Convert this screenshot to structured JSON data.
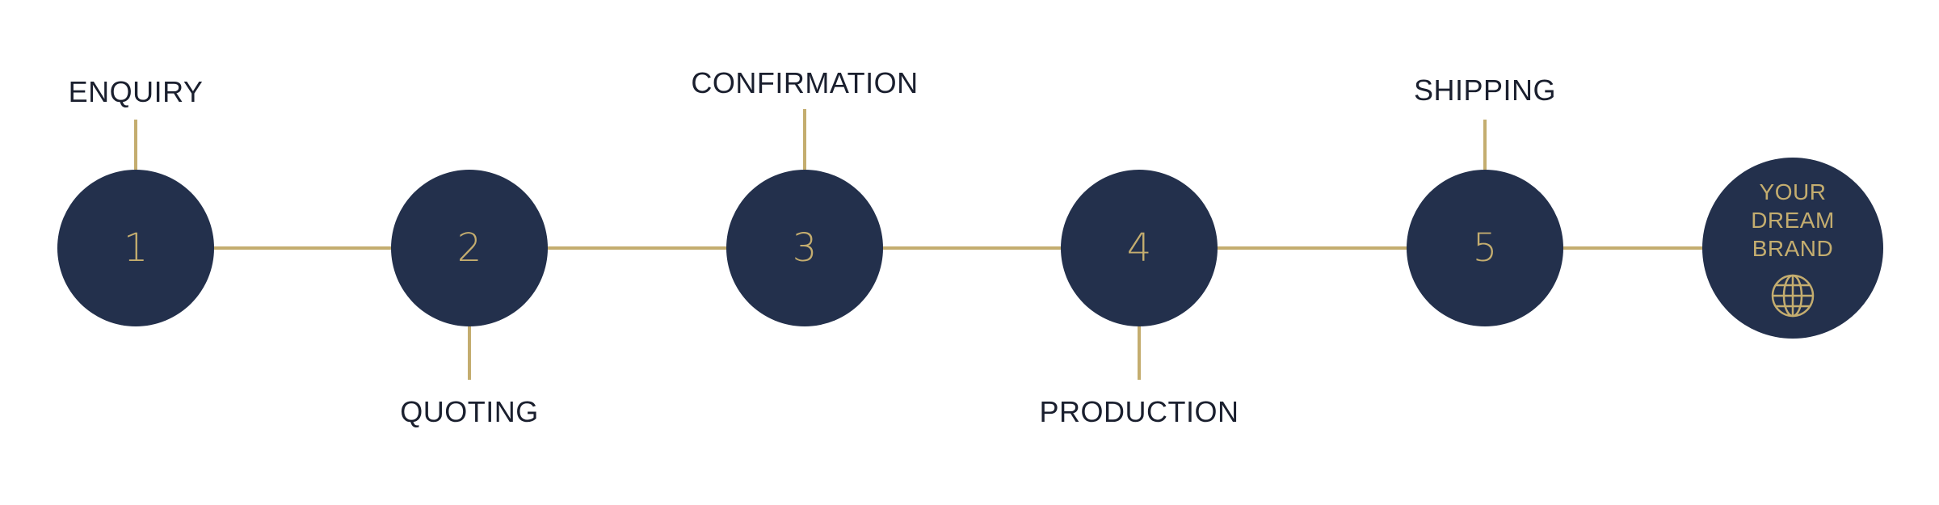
{
  "colors": {
    "circle": "#23304c",
    "gold": "#c4ad6f",
    "text": "#1a1f2e"
  },
  "steps": [
    {
      "number": "1",
      "label": "ENQUIRY",
      "label_position": "above"
    },
    {
      "number": "2",
      "label": "QUOTING",
      "label_position": "below"
    },
    {
      "number": "3",
      "label": "CONFIRMATION",
      "label_position": "above"
    },
    {
      "number": "4",
      "label": "PRODUCTION",
      "label_position": "below"
    },
    {
      "number": "5",
      "label": "SHIPPING",
      "label_position": "above"
    }
  ],
  "brand": {
    "lines": [
      "YOUR",
      "DREAM",
      "BRAND"
    ],
    "icon": "globe-icon"
  }
}
